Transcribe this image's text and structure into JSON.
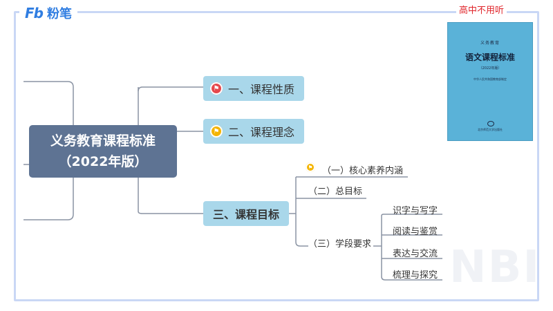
{
  "logo": {
    "mark": "Fb",
    "name": "粉笔"
  },
  "note": "高中不用听",
  "mindmap": {
    "center": {
      "line1": "义务教育课程标准",
      "line2": "（2022年版）"
    },
    "branches": [
      {
        "label": "一、课程性质",
        "flag": "red-flag"
      },
      {
        "label": "二、课程理念",
        "flag": "yellow-flag"
      },
      {
        "label": "三、课程目标",
        "flag": ""
      }
    ],
    "goals": {
      "item1": "（一）核心素养内涵",
      "item2": "（二）总目标",
      "item3": "（三）学段要求"
    },
    "stage_requirements": [
      "识字与写字",
      "阅读与鉴赏",
      "表达与交流",
      "梳理与探究"
    ]
  },
  "book": {
    "series": "义务教育",
    "title": "语文课程标准",
    "edition": "（2022年版）",
    "issuer": "中华人民共和国教育部制定",
    "publisher": "北京师范大学出版社"
  },
  "watermark": "NBI",
  "colors": {
    "center_bg": "#5e7393",
    "branch_bg": "#a9d7ea",
    "book_cover": "#5ab2d8",
    "brand_blue": "#2f7de1",
    "note_red": "#e0252b"
  }
}
